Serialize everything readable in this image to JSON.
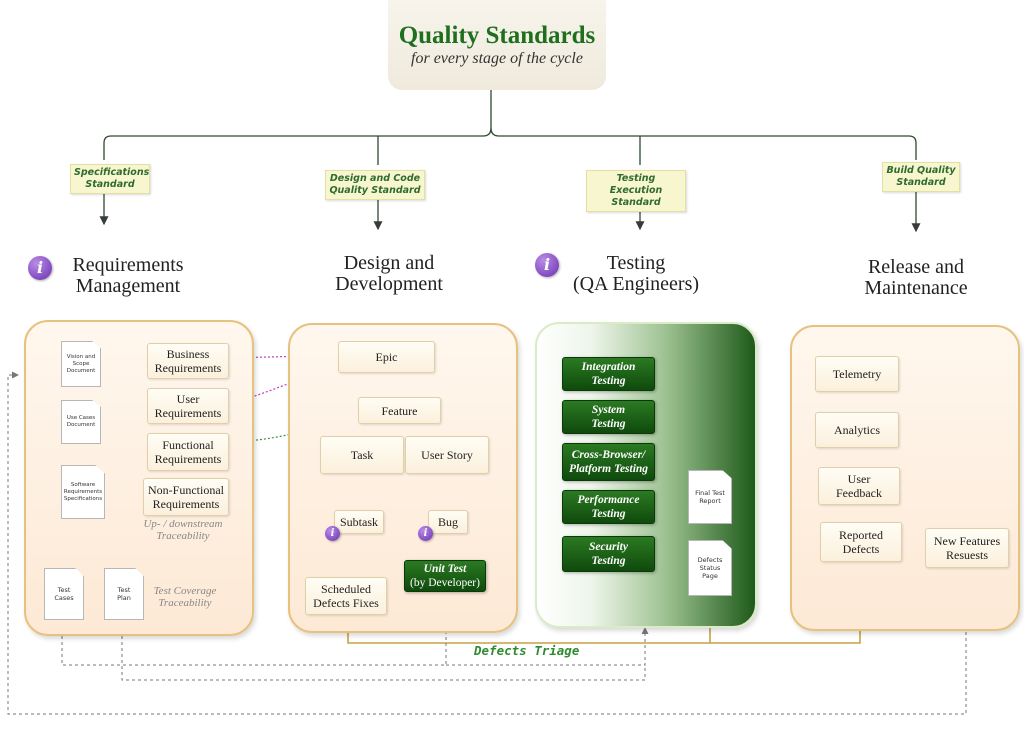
{
  "header": {
    "title": "Quality Standards",
    "subtitle": "for every stage of the cycle"
  },
  "standards": [
    {
      "line1": "Specifications",
      "line2": "Standard"
    },
    {
      "line1": "Design and Code",
      "line2": "Quality Standard"
    },
    {
      "line1": "Testing Execution",
      "line2": "Standard"
    },
    {
      "line1": "Build Quality",
      "line2": "Standard"
    }
  ],
  "stages": [
    {
      "line1": "Requirements",
      "line2": "Management"
    },
    {
      "line1": "Design and",
      "line2": "Development"
    },
    {
      "line1": "Testing",
      "line2": "(QA Engineers)"
    },
    {
      "line1": "Release and",
      "line2": "Maintenance"
    }
  ],
  "info_glyph": "i",
  "requirements": {
    "docs": [
      {
        "l1": "Vision and",
        "l2": "Scope",
        "l3": "Document"
      },
      {
        "l1": "Use Cases",
        "l2": "Document"
      },
      {
        "l1": "Software",
        "l2": "Requirements",
        "l3": "Specifications"
      }
    ],
    "items": [
      {
        "l1": "Business",
        "l2": "Requirements"
      },
      {
        "l1": "User",
        "l2": "Requirements"
      },
      {
        "l1": "Functional",
        "l2": "Requirements"
      },
      {
        "l1": "Non-Functional",
        "l2": "Requirements"
      }
    ],
    "traceability_note": {
      "l1": "Up- / downstream",
      "l2": "Traceability"
    },
    "test_docs": [
      {
        "l1": "Test",
        "l2": "Cases"
      },
      {
        "l1": "Test",
        "l2": "Plan"
      }
    ],
    "coverage_note": {
      "l1": "Test Coverage",
      "l2": "Traceability"
    }
  },
  "design": {
    "epic": "Epic",
    "feature": "Feature",
    "task": "Task",
    "user_story": "User Story",
    "subtask": "Subtask",
    "bug": "Bug",
    "scheduled": {
      "l1": "Scheduled",
      "l2": "Defects Fixes"
    },
    "unit_test": {
      "l1": "Unit Test",
      "l2": "(by Developer)"
    }
  },
  "testing": {
    "items": [
      {
        "l1": "Integration",
        "l2": "Testing"
      },
      {
        "l1": "System",
        "l2": "Testing"
      },
      {
        "l1": "Cross-Browser/",
        "l2": "Platform Testing"
      },
      {
        "l1": "Performance",
        "l2": "Testing"
      },
      {
        "l1": "Security",
        "l2": "Testing"
      }
    ],
    "final_report": {
      "l1": "Final Test",
      "l2": "Report"
    },
    "defects_status": {
      "l1": "Defects",
      "l2": "Status",
      "l3": "Page"
    }
  },
  "release": {
    "telemetry": "Telemetry",
    "analytics": "Analytics",
    "user_feedback": {
      "l1": "User",
      "l2": "Feedback"
    },
    "reported_defects": {
      "l1": "Reported",
      "l2": "Defects"
    },
    "new_features": {
      "l1": "New Features",
      "l2": "Resuests"
    }
  },
  "defects_triage": "Defects Triage",
  "colors": {
    "title_green": "#1f6f1f",
    "panel_border": "#e6c27e",
    "triage_line": "#c9a047",
    "info_purple": "#7b3fc4"
  }
}
